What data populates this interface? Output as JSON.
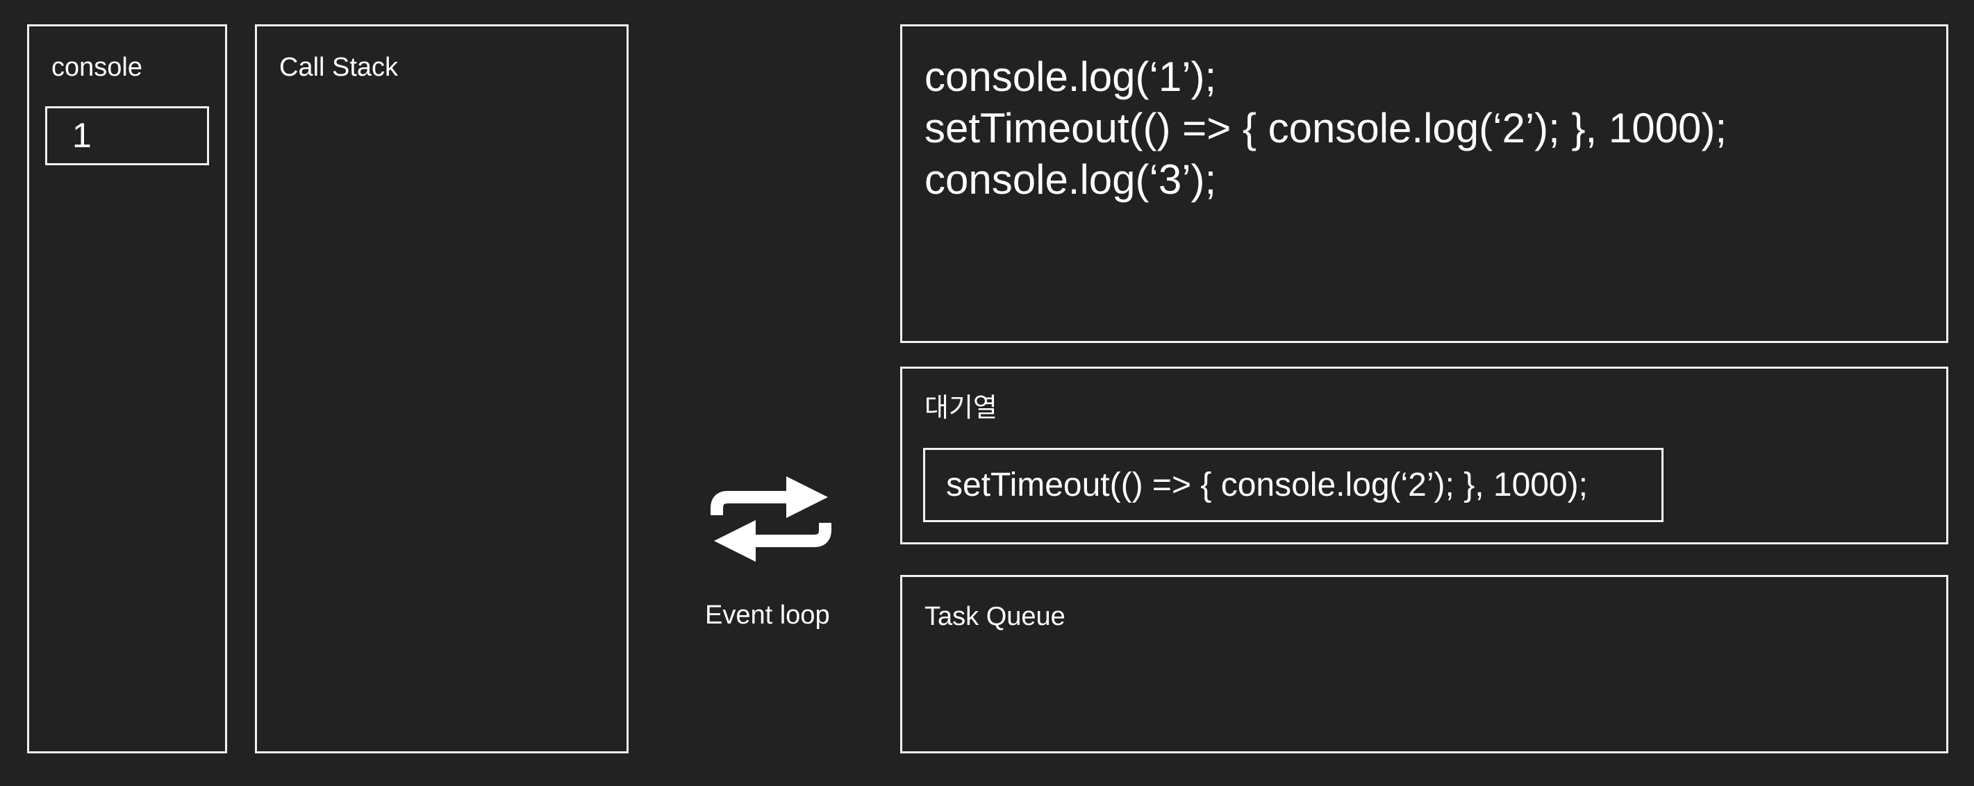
{
  "console": {
    "title": "console",
    "output": [
      "1"
    ]
  },
  "call_stack": {
    "title": "Call Stack"
  },
  "code": {
    "lines": [
      "console.log(‘1’);",
      "setTimeout(() => { console.log(‘2’); }, 1000);",
      "console.log(‘3’);"
    ]
  },
  "waiting_queue": {
    "title": "대기열",
    "items": [
      "setTimeout(() => { console.log(‘2’); }, 1000);"
    ]
  },
  "event_loop": {
    "label": "Event loop",
    "icon": "repeat-arrows-icon"
  },
  "task_queue": {
    "title": "Task Queue"
  },
  "colors": {
    "background": "#222222",
    "border": "#f2f2f2",
    "text": "#ffffff"
  }
}
